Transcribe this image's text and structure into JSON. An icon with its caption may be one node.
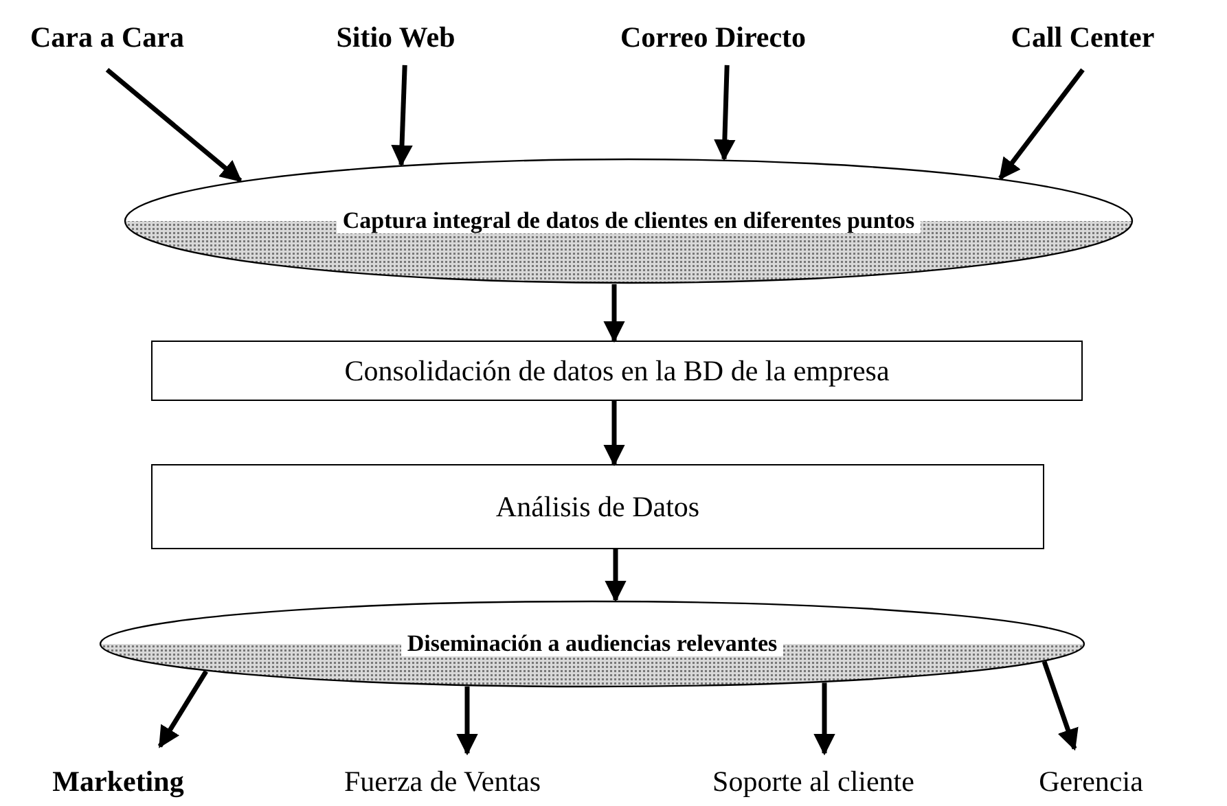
{
  "diagram": {
    "nodes": [
      {
        "text": [
          "Cara a Cara"
        ]
      },
      {
        "text": [
          "Sitio Web"
        ]
      },
      {
        "text": [
          "Correo Directo"
        ]
      },
      {
        "text": [
          "Call Center"
        ]
      },
      {
        "text": [
          "Captura integral de datos de clientes en diferentes puntos"
        ]
      },
      {
        "text": [
          "Consolidación de datos en la BD de la empresa"
        ]
      },
      {
        "text": [
          "Análisis de Datos"
        ]
      },
      {
        "text": [
          "Diseminación a audiencias relevantes"
        ]
      },
      {
        "text": [
          "Marketing"
        ]
      },
      {
        "text": [
          "Fuerza de Ventas"
        ]
      },
      {
        "text": [
          "Soporte al cliente"
        ]
      },
      {
        "text": [
          "Gerencia"
        ]
      }
    ],
    "edges": [
      {
        "from": 0,
        "to": 4,
        "arrow": "to"
      },
      {
        "from": 1,
        "to": 4,
        "arrow": "to"
      },
      {
        "from": 2,
        "to": 4,
        "arrow": "to"
      },
      {
        "from": 3,
        "to": 4,
        "arrow": "to"
      },
      {
        "from": 4,
        "to": 5,
        "arrow": "to"
      },
      {
        "from": 5,
        "to": 6,
        "arrow": "to"
      },
      {
        "from": 6,
        "to": 7,
        "arrow": "to"
      },
      {
        "from": 7,
        "to": 8,
        "arrow": "to"
      },
      {
        "from": 7,
        "to": 9,
        "arrow": "to"
      },
      {
        "from": 7,
        "to": 10,
        "arrow": "to"
      },
      {
        "from": 7,
        "to": 11,
        "arrow": "to"
      }
    ]
  }
}
